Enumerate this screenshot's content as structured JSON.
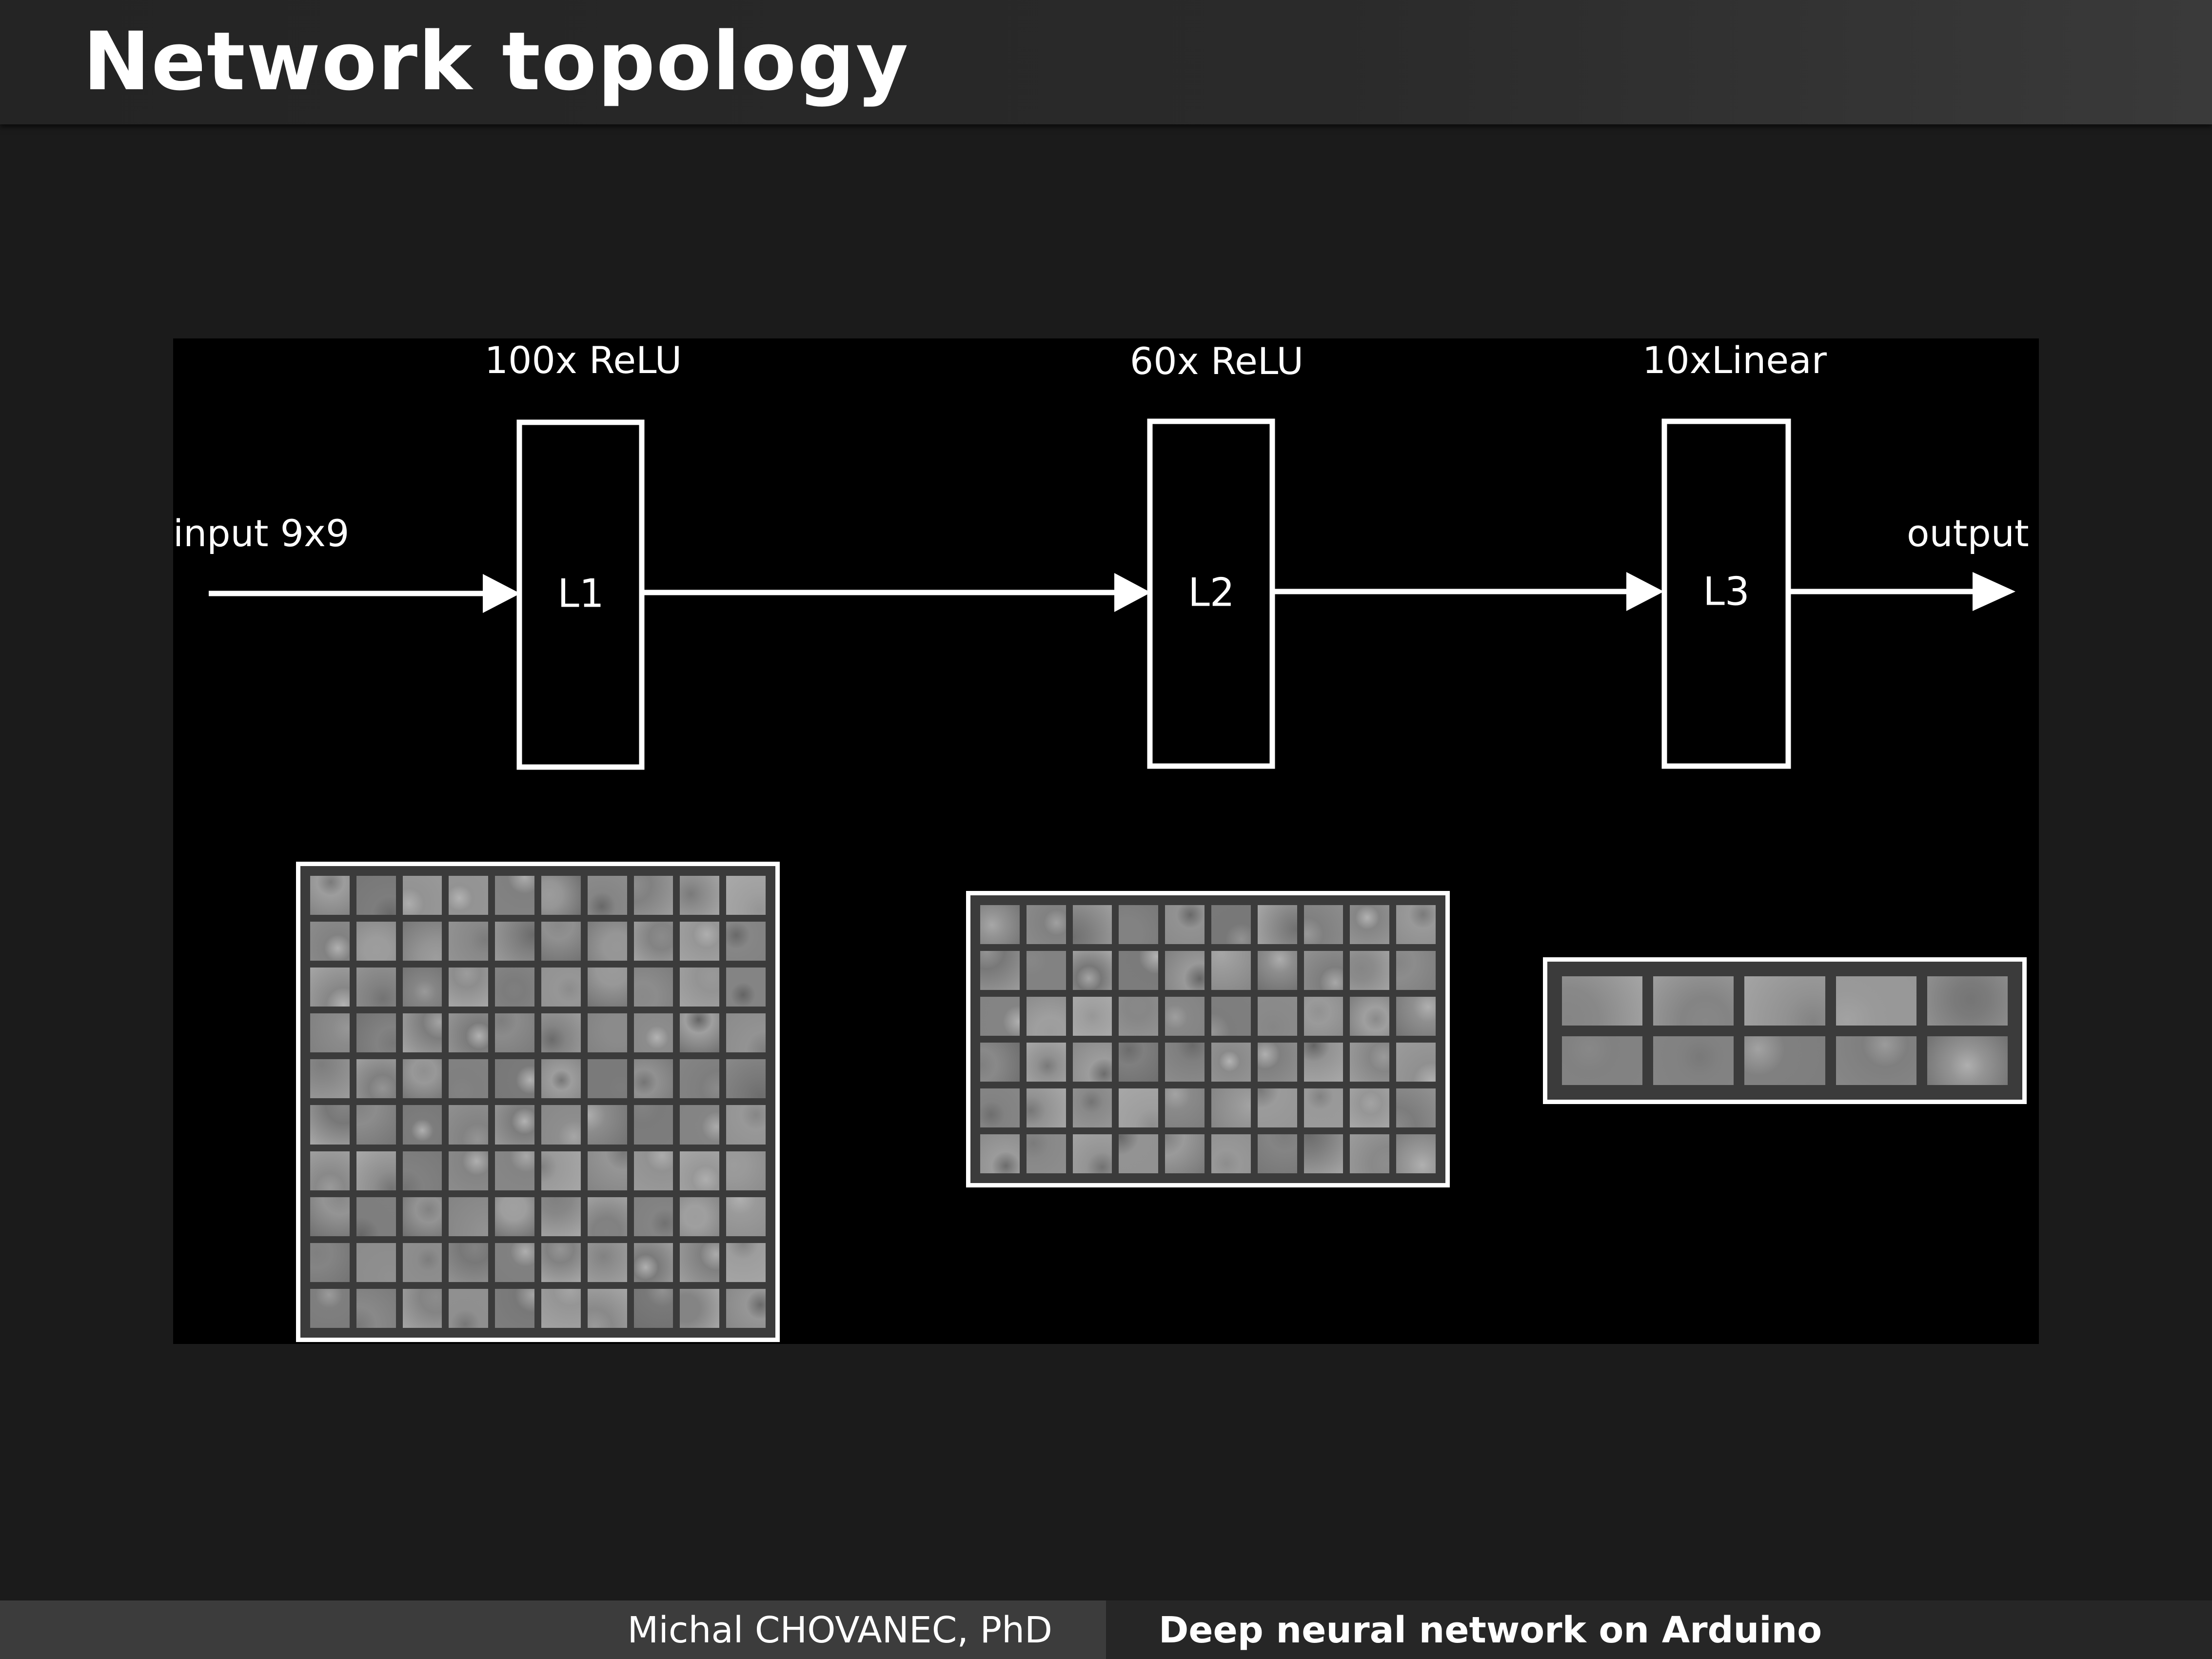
{
  "slide": {
    "title": "Network topology"
  },
  "diagram": {
    "input_label": "input 9x9",
    "output_label": "output",
    "layers": [
      {
        "name": "L1",
        "type_label": "100x ReLU",
        "units": 100,
        "filter_grid": {
          "rows": 10,
          "cols": 10
        }
      },
      {
        "name": "L2",
        "type_label": "60x ReLU",
        "units": 60,
        "filter_grid": {
          "rows": 6,
          "cols": 10
        }
      },
      {
        "name": "L3",
        "type_label": "10xLinear",
        "units": 10,
        "filter_grid": {
          "rows": 2,
          "cols": 5
        }
      }
    ],
    "colors": {
      "background": "#000000",
      "stroke": "#ffffff",
      "filter_gray": "#8f8f8f"
    }
  },
  "footer": {
    "author": "Michal CHOVANEC, PhD",
    "talk_title": "Deep neural network on Arduino"
  }
}
